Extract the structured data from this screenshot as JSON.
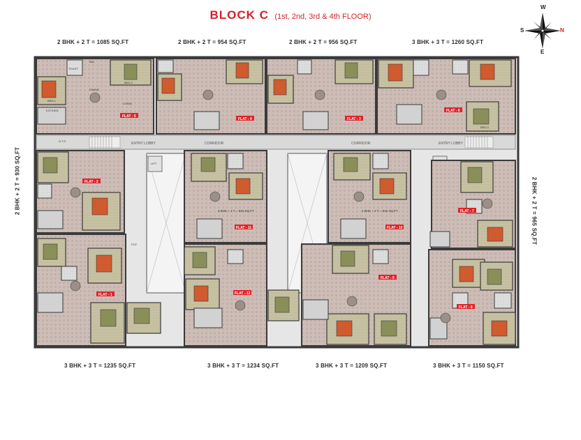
{
  "header": {
    "block": "BLOCK  C",
    "floors": "(1st, 2nd, 3rd & 4th FLOOR)"
  },
  "compass": {
    "north": "N",
    "south": "S",
    "east": "E",
    "west": "W"
  },
  "unit_sizes": {
    "top": [
      "2 BHK + 2 T = 1085 SQ.FT",
      "2 BHK + 2 T = 954 SQ.FT",
      "2 BHK + 2 T = 956 SQ.FT",
      "3 BHK + 3 T = 1260 SQ.FT"
    ],
    "bottom": [
      "3 BHK + 3 T = 1235 SQ.FT",
      "3 BHK + 3 T = 1234 SQ.FT",
      "3 BHK + 3 T = 1209 SQ.FT",
      "3 BHK + 3 T = 1150 SQ.FT"
    ],
    "left": "2 BHK + 2 T = 930 SQ.FT",
    "right": "2 BHK + 2 T = 965 SQ.FT"
  },
  "flat_labels": [
    "FLAT - 1",
    "FLAT - 2",
    "FLAT - 3",
    "FLAT - 4",
    "FLAT - 5",
    "FLAT - 6",
    "FLAT - 7",
    "FLAT - 8",
    "FLAT - 9",
    "FLAT - 10",
    "FLAT - 11",
    "FLAT - 12"
  ],
  "common_labels": {
    "corridor": "CORRIDOR",
    "entry_lobby": "ENTRY LOBBY",
    "lift": "LIFT",
    "duct": "O.T.S",
    "inner_unit": "2 BHK + 2 T = 915 SQ.FT"
  },
  "room_labels": [
    "BED-1",
    "BED-2",
    "BED-3",
    "LIVING",
    "DINING",
    "KITCHEN",
    "TOILET",
    "BAL",
    "FOY"
  ],
  "colors": {
    "title_red": "#d61f26",
    "wall": "#3a3a3a",
    "corridor": "#d9d9d9",
    "floor_tile": "#c9b9b2",
    "flat_tag": "#e2232a"
  }
}
